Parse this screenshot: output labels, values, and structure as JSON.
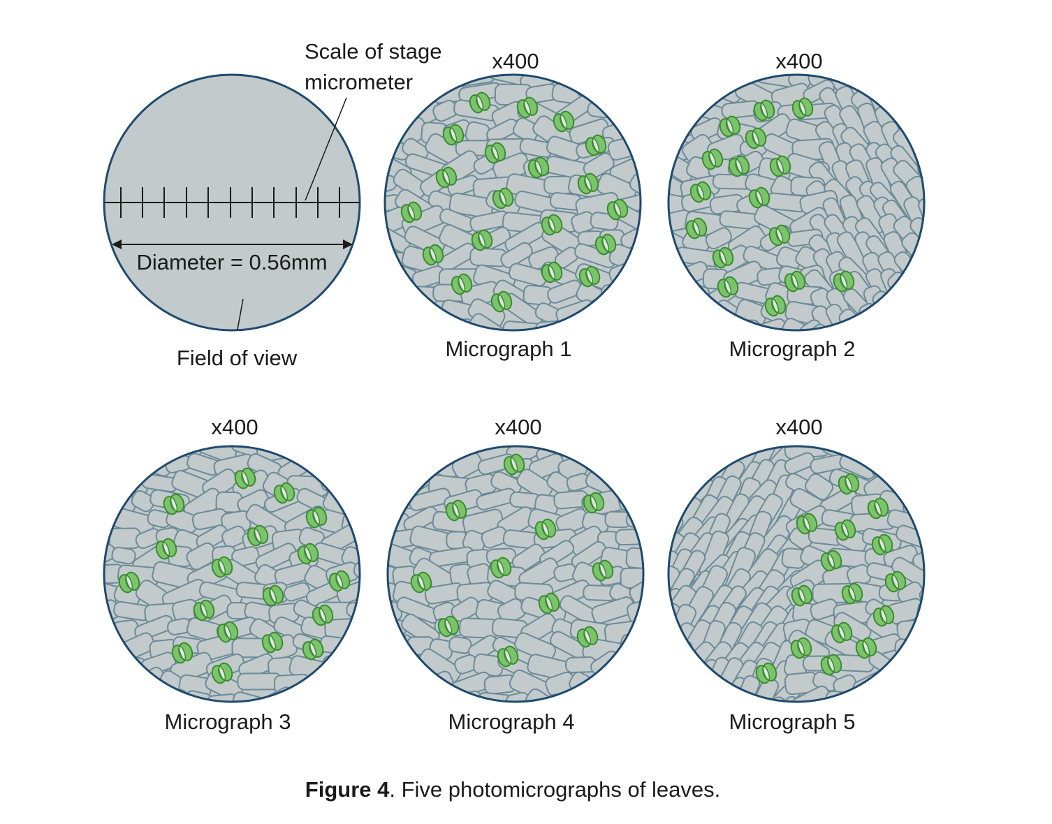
{
  "scale_panel": {
    "micrometer_label_line1": "Scale of stage",
    "micrometer_label_line2": "micrometer",
    "diameter_label": "Diameter = 0.56mm",
    "field_label": "Field of view"
  },
  "micrographs": [
    {
      "label": "Micrograph 1",
      "magnification": "x400"
    },
    {
      "label": "Micrograph 2",
      "magnification": "x400"
    },
    {
      "label": "Micrograph 3",
      "magnification": "x400"
    },
    {
      "label": "Micrograph 4",
      "magnification": "x400"
    },
    {
      "label": "Micrograph 5",
      "magnification": "x400"
    }
  ],
  "caption": {
    "bold": "Figure 4",
    "text": ". Five photomicrographs of leaves."
  },
  "colors": {
    "field": "#c3cacc",
    "cell_wall": "#6b8b97",
    "border": "#1f4a6e",
    "stoma": "#7cc46b",
    "stoma_edge": "#3b8a2f"
  }
}
